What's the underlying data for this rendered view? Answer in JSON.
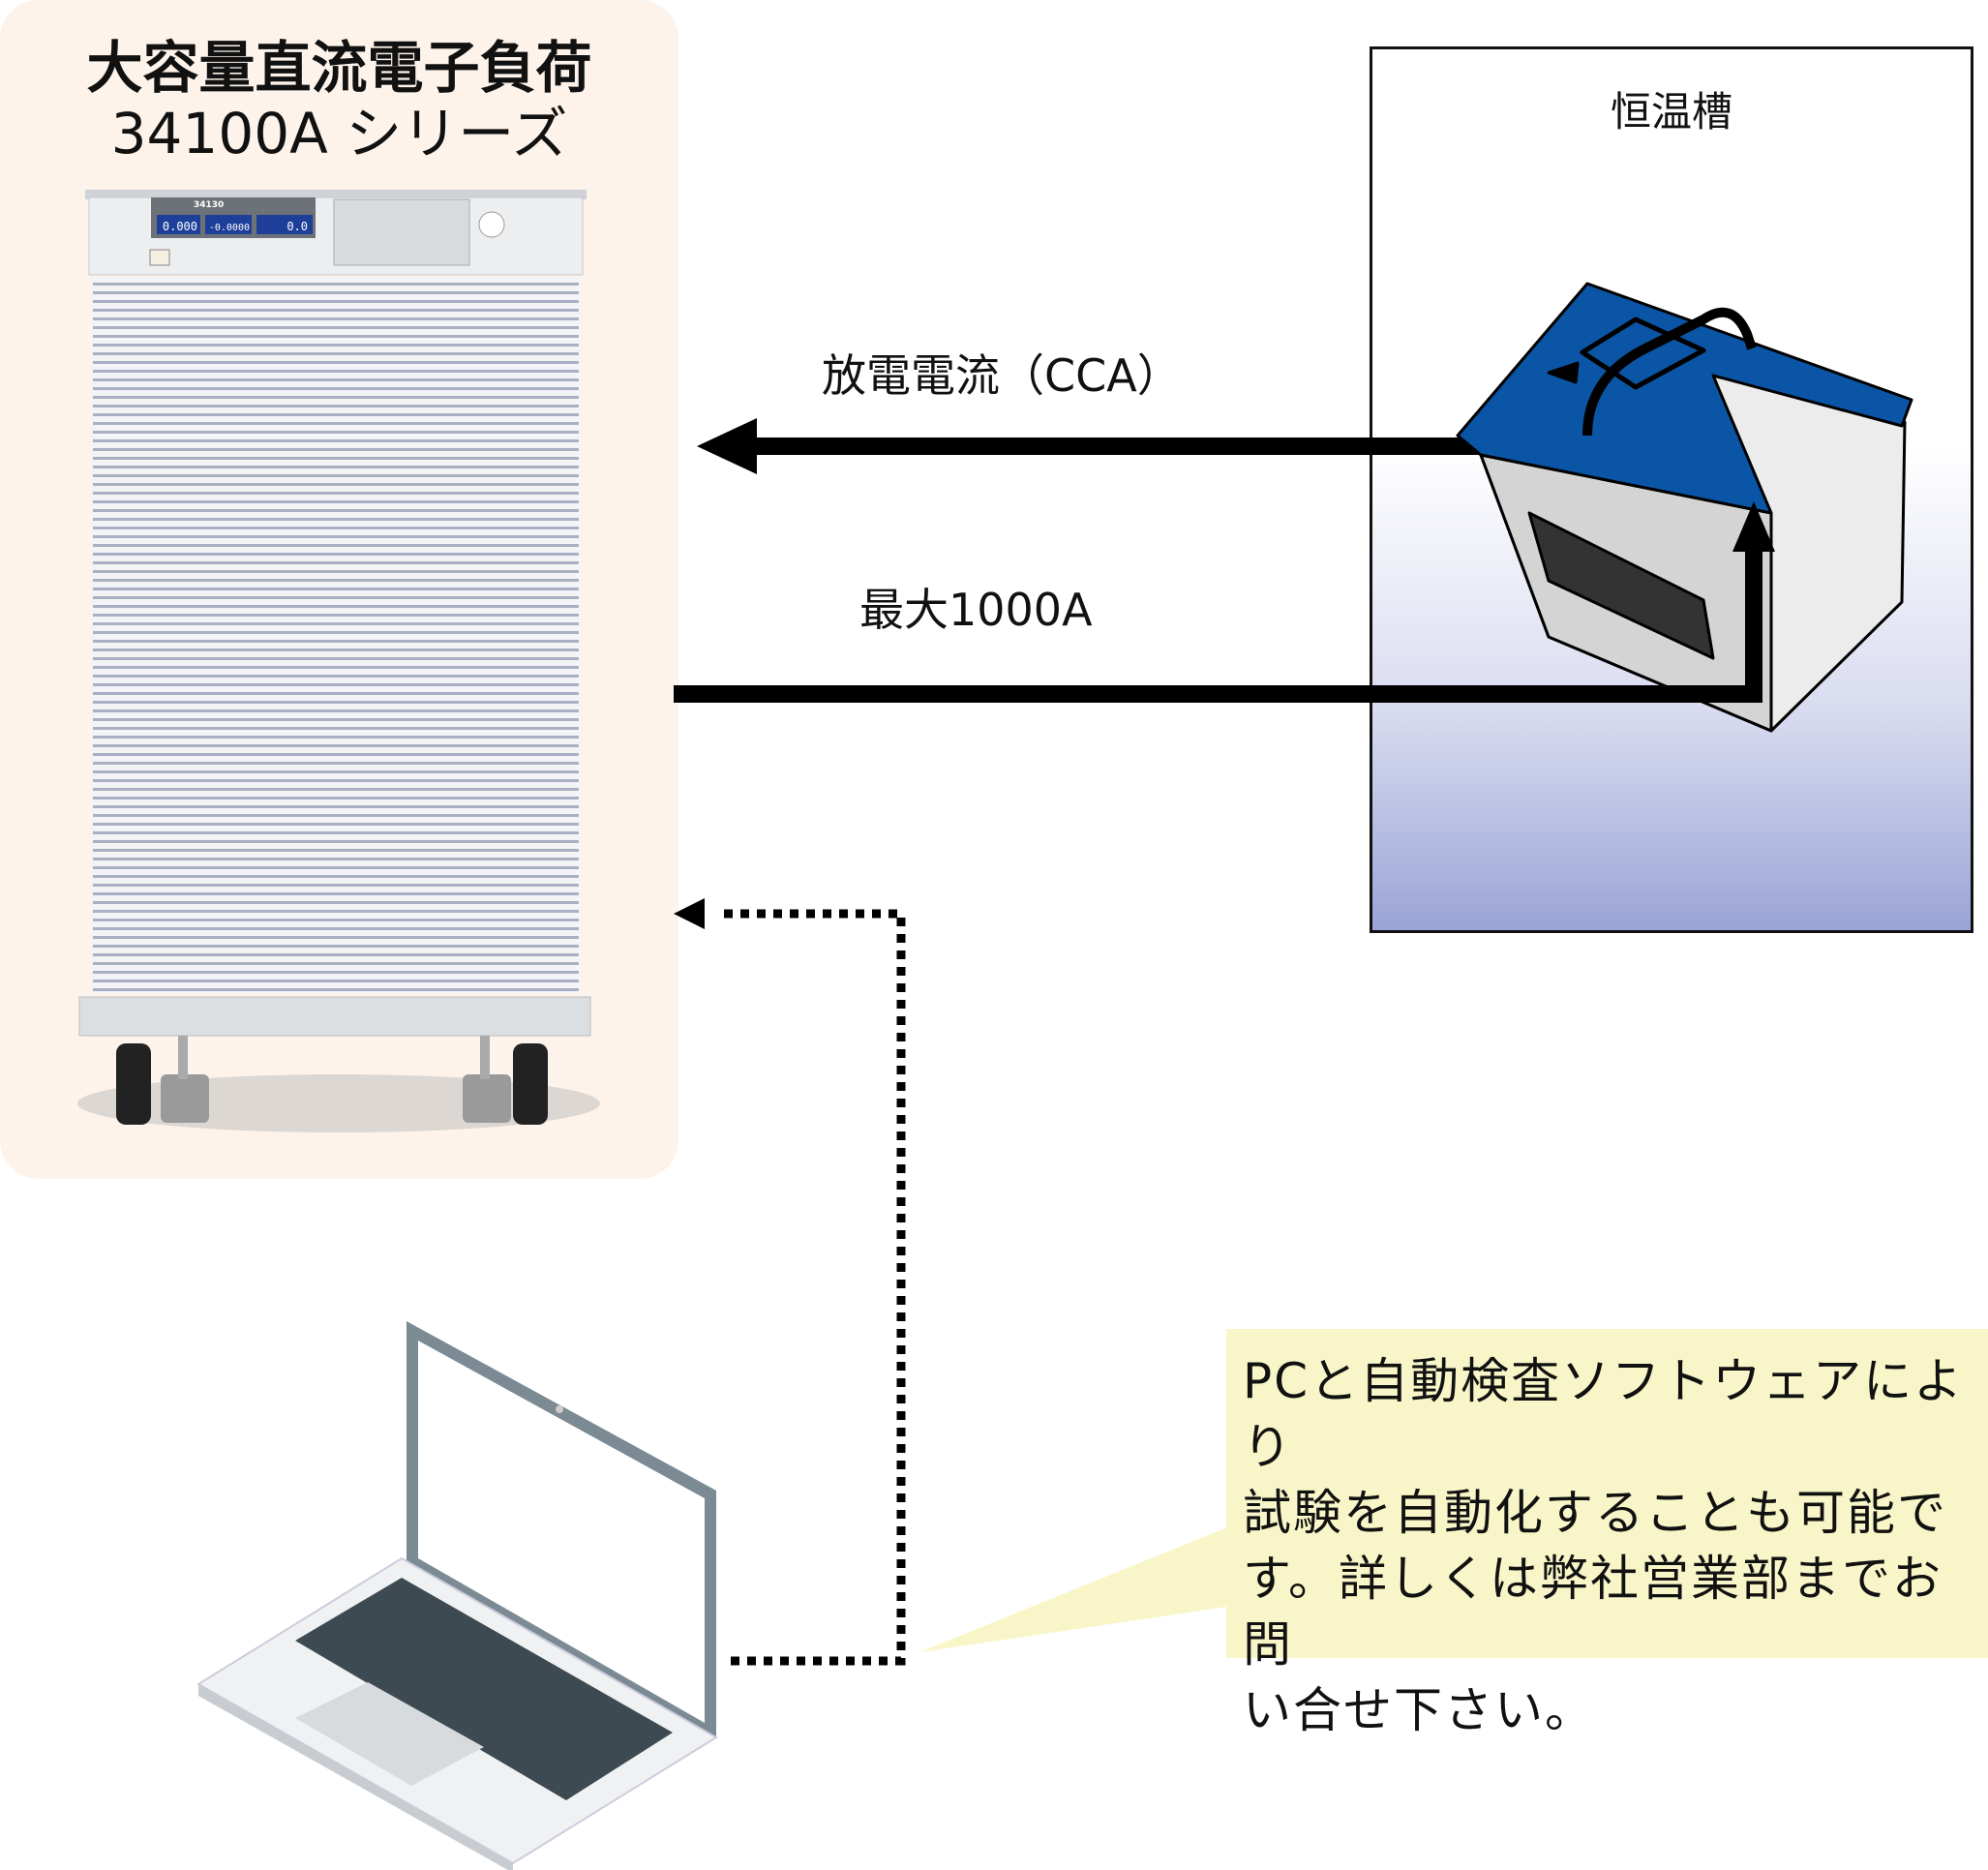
{
  "load": {
    "title_line1": "大容量直流電子負荷",
    "title_line2": "34100A シリーズ",
    "panel_display": {
      "model": "34130",
      "voltage": "0.000",
      "current": "-0.0000",
      "power": "0.0"
    }
  },
  "chamber": {
    "label": "恒温槽"
  },
  "discharge": {
    "label": "放電電流（CCA）",
    "max_label": "最大1000A"
  },
  "note": {
    "lines": [
      "PCと自動検査ソフトウェアにより",
      "試験を自動化することも可能で",
      "す。詳しくは弊社営業部までお問",
      "い合せ下さい。"
    ]
  },
  "colors": {
    "panel_bg": "#fdf3ea",
    "note_bg": "#f8f6c8",
    "battery_blue": "#0a55a5",
    "chamber_gradient_bottom": "#9aa4d6"
  }
}
